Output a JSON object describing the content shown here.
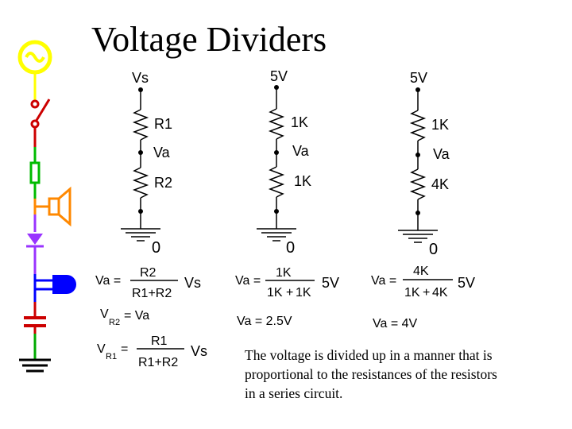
{
  "title": "Voltage Dividers",
  "circuit1": {
    "source": "Vs",
    "r1": "R1",
    "node": "Va",
    "r2": "R2",
    "ground": "0"
  },
  "circuit2": {
    "source": "5V",
    "r1": "1K",
    "node": "Va",
    "r2": "1K",
    "ground": "0"
  },
  "circuit3": {
    "source": "5V",
    "r1": "1K",
    "node": "Va",
    "r2": "4K",
    "ground": "0"
  },
  "formulas": {
    "f1": {
      "lhs": "Va =",
      "num": "R2",
      "den": "R1+R2",
      "mult": "Vs"
    },
    "f2": {
      "lhs": "V",
      "sub": "R2",
      "rhs": "= Va"
    },
    "f3": {
      "lhs": "V",
      "sub": "R1",
      "eq": "=",
      "num": "R1",
      "den": "R1+R2",
      "mult": "Vs"
    },
    "f4": {
      "lhs": "Va =",
      "num": "1K",
      "den_a": "1K",
      "plus": "+",
      "den_b": "1K",
      "mult": "5V"
    },
    "f5": {
      "lhs": "Va =",
      "num": "4K",
      "den_a": "1K",
      "plus": "+",
      "den_b": "4K",
      "mult": "5V"
    },
    "r1": {
      "text": "Va = 2.5V"
    },
    "r2": {
      "text": "Va = 4V"
    }
  },
  "caption": "The voltage is divided up in a manner that is proportional to the resistances of the resistors in a series circuit.",
  "toolbar_colors": {
    "source": "#ffff00",
    "switch": "#cc0000",
    "resistor": "#00bb00",
    "speaker": "#ff8800",
    "diode": "#9933ff",
    "meter": "#0000ff",
    "capacitor": "#cc0000",
    "ground": "#00aa00"
  }
}
